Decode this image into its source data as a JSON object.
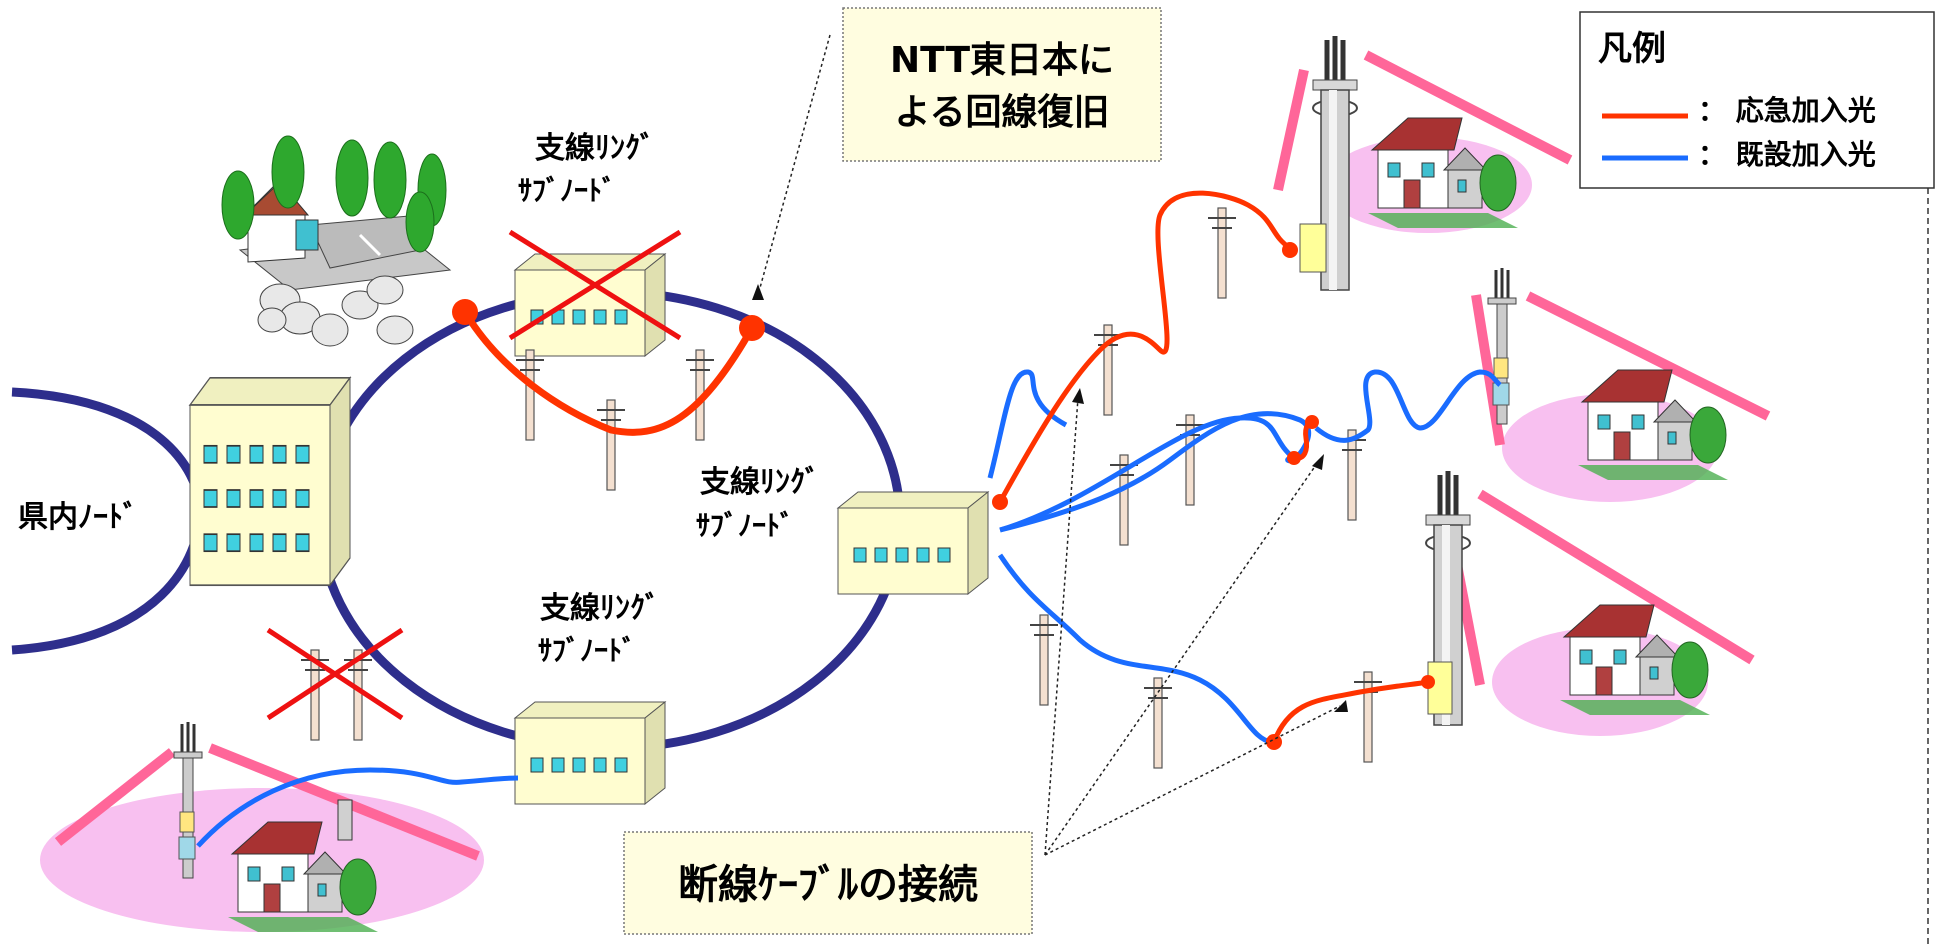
{
  "labels": {
    "prefectural_node": "県内ﾉｰﾄﾞ",
    "branch_ring_subnode_line1": "支線ﾘﾝｸﾞ",
    "branch_ring_subnode_line2": "ｻﾌﾞﾉｰﾄﾞ",
    "ntt_restoration_line1": "NTT東日本に",
    "ntt_restoration_line2": "よる回線復旧",
    "cable_reconnect": "断線ｹｰﾌﾞﾙの接続"
  },
  "legend": {
    "title": "凡例",
    "items": [
      {
        "label": "：  応急加入光",
        "color": "#ff3300"
      },
      {
        "label": "：  既設加入光",
        "color": "#1a6cff"
      }
    ]
  },
  "colors": {
    "ring": "#2e2e8c",
    "emergency_fiber": "#ff3300",
    "existing_fiber": "#1a6cff",
    "break_mark": "#ee1111",
    "callout_bg": "#fffde0",
    "building": "#fffdd0",
    "window": "#40d0e0",
    "coverage": "#f8c0f0",
    "antenna_beam": "#ff6699"
  },
  "icons": [
    "building-icon",
    "house-icon",
    "antenna-tower-icon",
    "utility-pole-icon",
    "cross-mark-icon",
    "forest-landslide-icon"
  ]
}
